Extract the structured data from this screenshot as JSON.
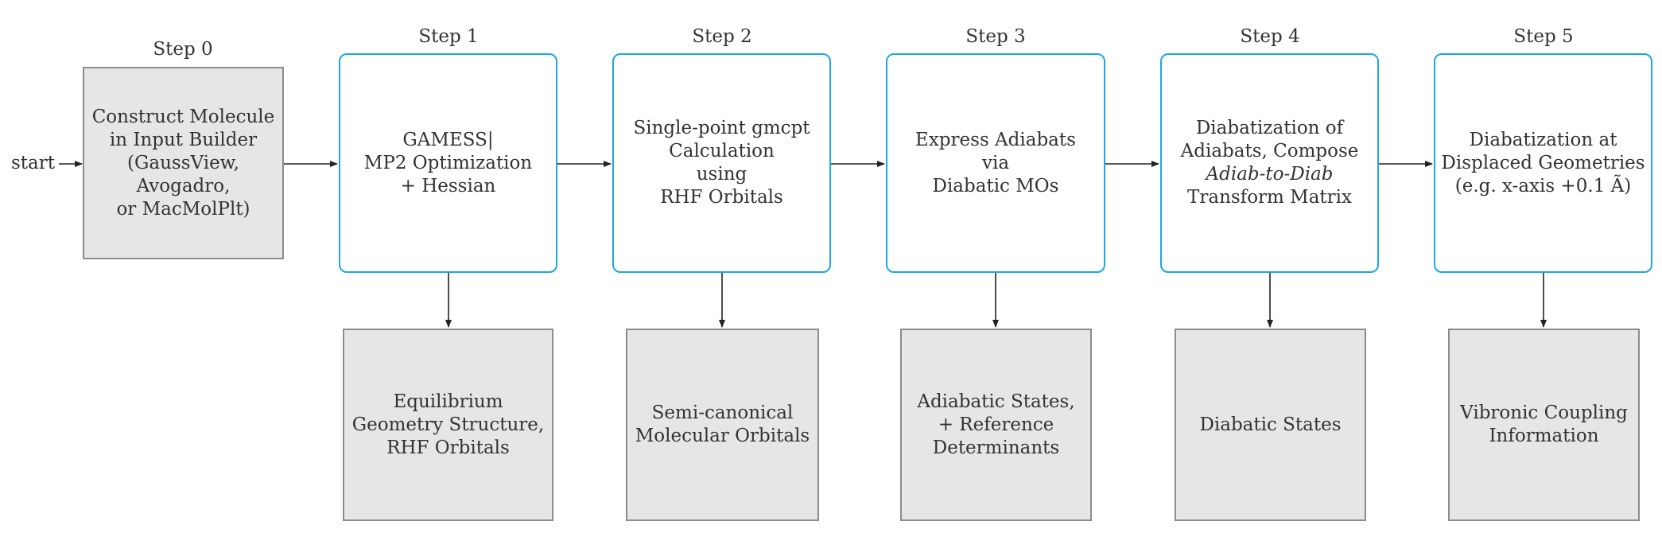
{
  "start_label": "start",
  "steps": [
    {
      "title": "Step 0",
      "lines": [
        "Construct Molecule",
        "in Input Builder",
        "(GaussView,",
        "Avogadro,",
        "or MacMolPlt)"
      ]
    },
    {
      "title": "Step 1",
      "lines": [
        "GAMESS|",
        "MP2 Optimization",
        "+ Hessian"
      ]
    },
    {
      "title": "Step 2",
      "lines": [
        "Single-point gmcpt",
        "Calculation",
        "using",
        "RHF Orbitals"
      ]
    },
    {
      "title": "Step 3",
      "lines": [
        "Express Adiabats",
        "via",
        "Diabatic MOs"
      ]
    },
    {
      "title": "Step 4",
      "lines": [
        "Diabatization of",
        "Adiabats, Compose",
        "Adiab-to-Diab",
        "Transform Matrix"
      ]
    },
    {
      "title": "Step 5",
      "lines": [
        "Diabatization at",
        "Displaced Geometries",
        "(e.g. x-axis +0.1 Ã)"
      ]
    }
  ],
  "outputs": [
    {
      "lines": [
        "Equilibrium",
        "Geometry Structure,",
        "RHF Orbitals"
      ]
    },
    {
      "lines": [
        "Semi-canonical",
        "Molecular Orbitals"
      ]
    },
    {
      "lines": [
        "Adiabatic States,",
        "+ Reference",
        "Determinants"
      ]
    },
    {
      "lines": [
        "Diabatic States"
      ]
    },
    {
      "lines": [
        "Vibronic Coupling",
        "Information"
      ]
    }
  ]
}
